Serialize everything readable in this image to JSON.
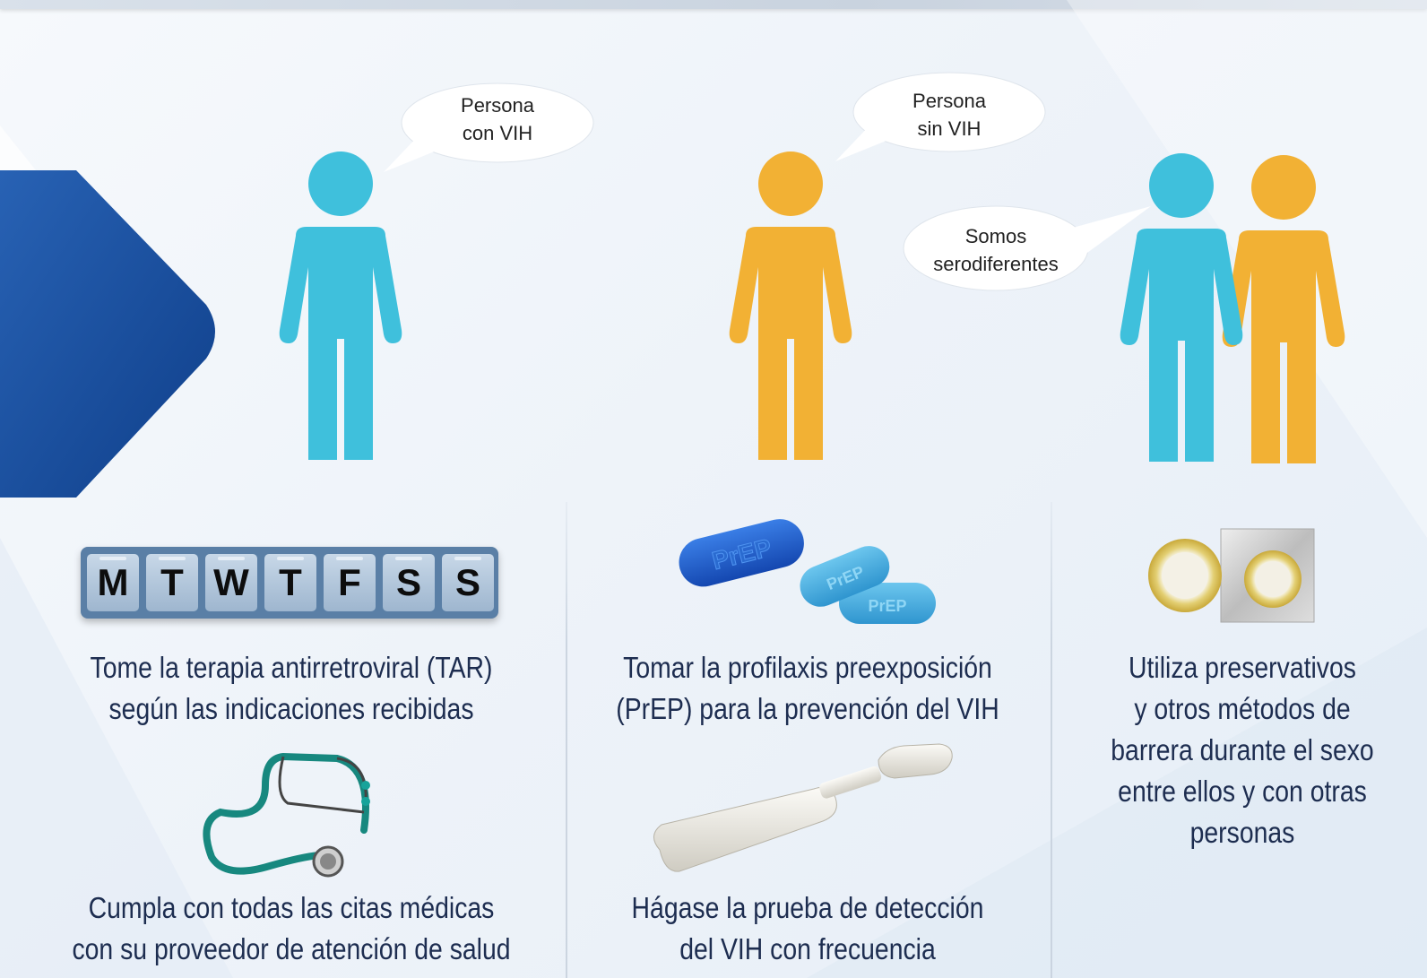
{
  "bubbles": {
    "with_hiv": [
      "Persona",
      "con VIH"
    ],
    "without_hiv": [
      "Persona",
      "sin VIH"
    ],
    "serodifferent": [
      "Somos",
      "serodiferentes"
    ]
  },
  "pillbox_days": [
    "M",
    "T",
    "W",
    "T",
    "F",
    "S",
    "S"
  ],
  "prep_pills": [
    "PrEP",
    "PrEP",
    "PrEP"
  ],
  "captions": {
    "art": [
      "Tome la terapia antirretroviral (TAR)",
      "según las indicaciones recibidas"
    ],
    "appointments": [
      "Cumpla con todas las citas médicas",
      "con su proveedor de atención de salud"
    ],
    "prep": [
      "Tomar la profilaxis preexposición",
      "(PrEP) para la prevención del VIH"
    ],
    "testing": [
      "Hágase la prueba de detección",
      "del VIH con frecuencia"
    ],
    "condoms": [
      "Utiliza preservativos",
      "y otros métodos de",
      "barrera durante el sexo",
      "entre ellos y con otras",
      "personas"
    ]
  },
  "colors": {
    "positive": "#3fc0dc",
    "negative": "#f2b134",
    "arrow": "#1a4f9e",
    "text": "#1d2d50"
  }
}
